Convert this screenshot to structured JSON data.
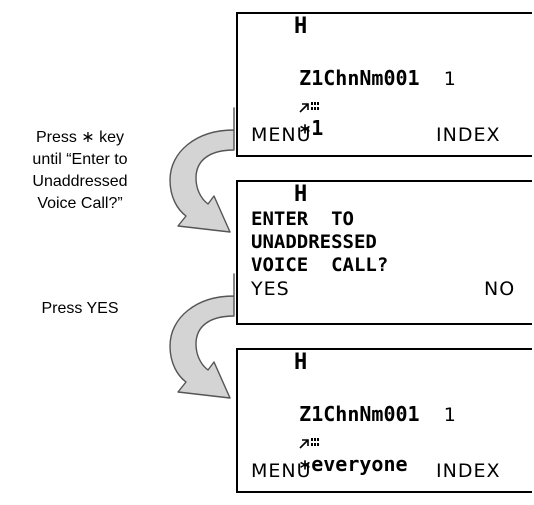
{
  "instructions": {
    "step1": [
      "Press ∗ key",
      "until “Enter to",
      "Unaddressed",
      "Voice Call?”"
    ],
    "step2": "Press YES"
  },
  "screens": [
    {
      "header": "H",
      "channel_name": "Z1ChnNm001",
      "channel_number": "1",
      "status_text": "∗1",
      "left_softkey": "MENU",
      "right_softkey": "INDEX"
    },
    {
      "header": "H",
      "prompt_lines": [
        "ENTER  TO",
        "UNADDRESSED",
        "VOICE  CALL?"
      ],
      "left_softkey": "YES",
      "right_softkey": "NO"
    },
    {
      "header": "H",
      "channel_name": "Z1ChnNm001",
      "channel_number": "1",
      "status_text": "∗everyone",
      "left_softkey": "MENU",
      "right_softkey": "INDEX"
    }
  ],
  "colors": {
    "arrow_fill": "#d4d4d4",
    "arrow_stroke": "#555555",
    "border": "#000000"
  },
  "icons": [
    "signal-strength-icon",
    "curved-arrow-icon"
  ]
}
